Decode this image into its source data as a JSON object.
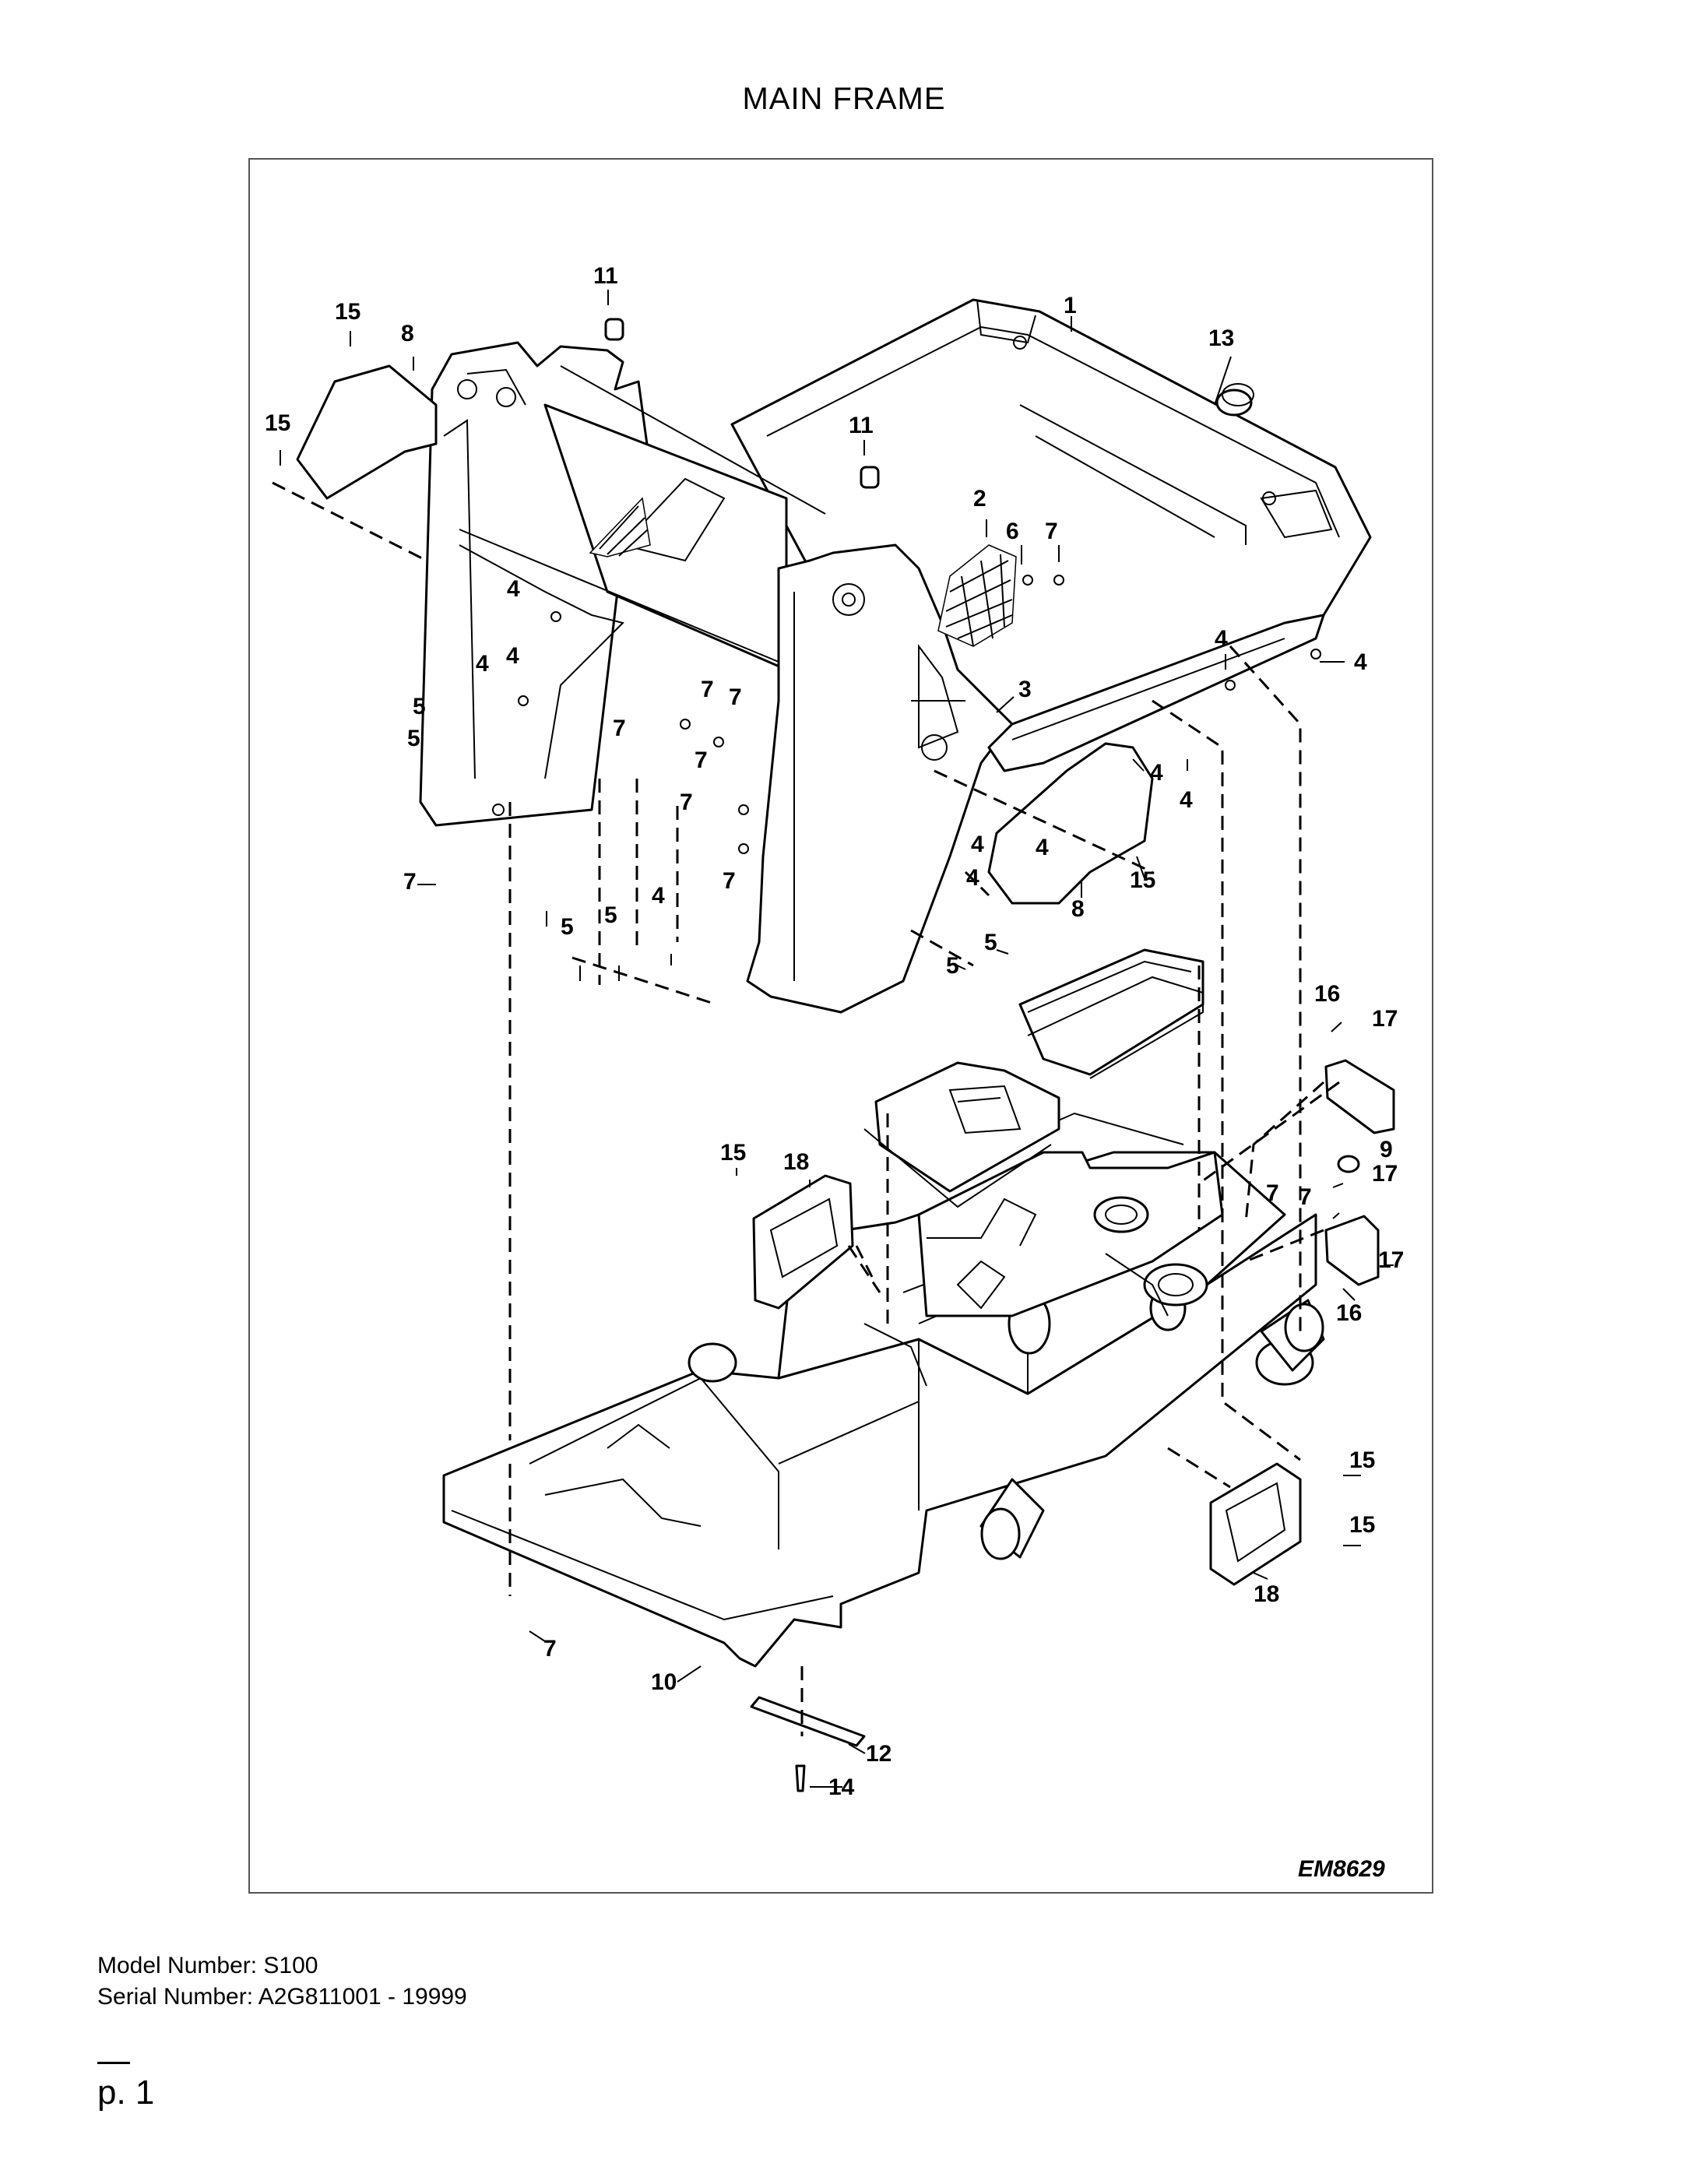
{
  "page": {
    "title": "MAIN FRAME",
    "model_number": "Model Number: S100",
    "serial_number": "Serial Number: A2G811001 - 19999",
    "page_label": "p. 1"
  },
  "drawing": {
    "code": "EM8629",
    "callouts": {
      "c1": "1",
      "c2": "2",
      "c3": "3",
      "c6": "6",
      "c9": "9",
      "c10": "10",
      "c12": "12",
      "c13": "13",
      "c14": "14",
      "c11a": "11",
      "c11b": "11",
      "c15a": "15",
      "c15b": "15",
      "c15c": "15",
      "c15d": "15",
      "c15e": "15",
      "c15f": "15",
      "c8a": "8",
      "c8b": "8",
      "c16a": "16",
      "c16b": "16",
      "c17a": "17",
      "c17b": "17",
      "c17c": "17",
      "c18a": "18",
      "c18b": "18",
      "c4a": "4",
      "c4b": "4",
      "c4c": "4",
      "c4d": "4",
      "c4e": "4",
      "c4f": "4",
      "c4g": "4",
      "c4h": "4",
      "c4i": "4",
      "c4j": "4",
      "c4k": "4",
      "c5a": "5",
      "c5b": "5",
      "c5c": "5",
      "c5d": "5",
      "c5e": "5",
      "c5f": "5",
      "c7a": "7",
      "c7b": "7",
      "c7c": "7",
      "c7d": "7",
      "c7e": "7",
      "c7f": "7",
      "c7g": "7",
      "c7h": "7",
      "c7i": "7",
      "c7j": "7",
      "c7k": "7"
    }
  }
}
